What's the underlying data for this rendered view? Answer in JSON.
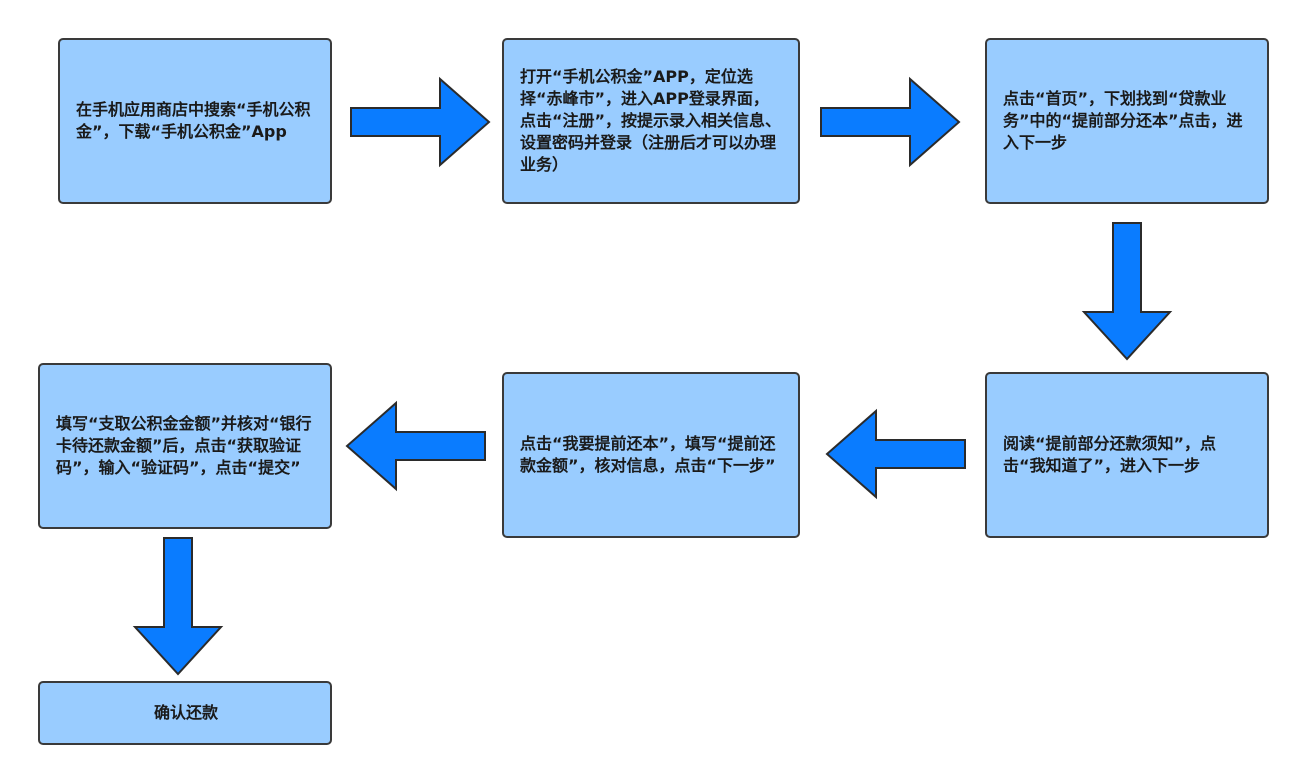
{
  "steps": [
    {
      "id": 1,
      "text": "在手机应用商店中搜索“手机公积金”，下载“手机公积金”App"
    },
    {
      "id": 2,
      "text": "打开“手机公积金”APP，定位选择“赤峰市”，进入APP登录界面，点击“注册”，按提示录入相关信息、设置密码并登录（注册后才可以办理业务）"
    },
    {
      "id": 3,
      "text": "点击“首页”，下划找到“贷款业务”中的“提前部分还本”点击，进入下一步"
    },
    {
      "id": 4,
      "text": "阅读“提前部分还款须知”，点击“我知道了”，进入下一步"
    },
    {
      "id": 5,
      "text": "点击“我要提前还本”，填写“提前还款金额”，核对信息，点击“下一步”"
    },
    {
      "id": 6,
      "text": "填写“支取公积金金额”并核对“银行卡待还款金额”后，点击“获取验证码”，输入“验证码”，点击“提交”"
    },
    {
      "id": 7,
      "text": "确认还款"
    }
  ],
  "colors": {
    "box_fill": "#99ccff",
    "box_border": "#3a3a3a",
    "arrow_fill": "#0a7cff",
    "arrow_stroke": "#2b2b2b"
  },
  "arrows": [
    {
      "from": 1,
      "to": 2,
      "direction": "right"
    },
    {
      "from": 2,
      "to": 3,
      "direction": "right"
    },
    {
      "from": 3,
      "to": 4,
      "direction": "down"
    },
    {
      "from": 4,
      "to": 5,
      "direction": "left"
    },
    {
      "from": 5,
      "to": 6,
      "direction": "left"
    },
    {
      "from": 6,
      "to": 7,
      "direction": "down"
    }
  ]
}
